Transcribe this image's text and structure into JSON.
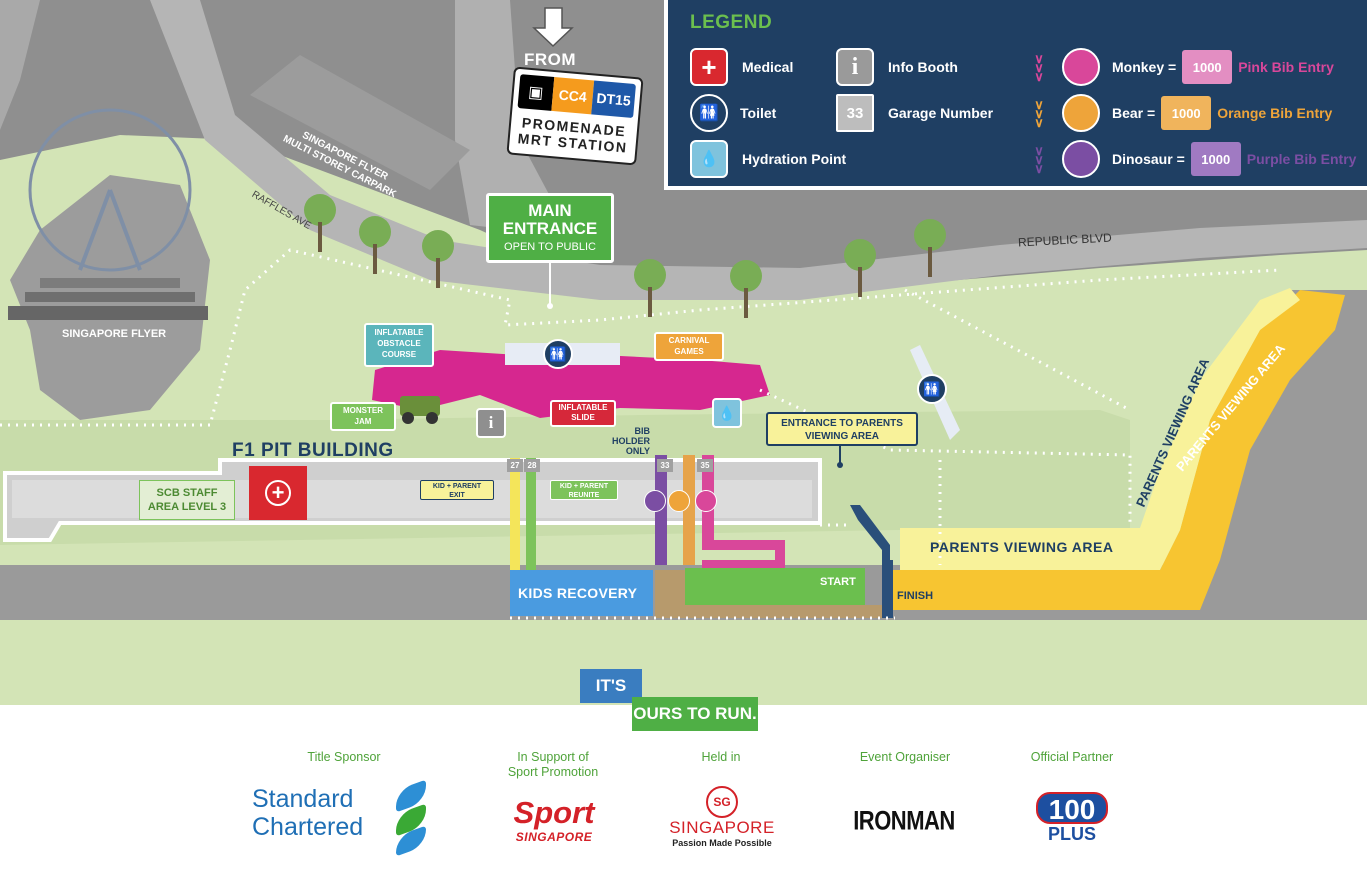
{
  "legend": {
    "title": "LEGEND",
    "medical": "Medical",
    "toilet": "Toilet",
    "hydration": "Hydration Point",
    "info": "Info Booth",
    "garage_sample": "33",
    "garage": "Garage Number",
    "monkey": "Monkey =",
    "monkey_bib_no": "1000",
    "monkey_entry": "Pink Bib Entry",
    "bear": "Bear =",
    "bear_bib_no": "1000",
    "bear_entry": "Orange Bib Entry",
    "dinosaur": "Dinosaur =",
    "dino_bib_no": "1000",
    "dino_entry": "Purple Bib Entry",
    "colors": {
      "pink": "#d9479a",
      "orange": "#eea43a",
      "purple": "#7b4ea3",
      "navy": "#1f3f63",
      "green": "#6bbf4e"
    }
  },
  "mrt": {
    "from": "FROM",
    "line1": "CC4",
    "line2": "DT15",
    "name_line1": "PROMENADE",
    "name_line2": "MRT STATION"
  },
  "map": {
    "main_entrance_l1": "MAIN",
    "main_entrance_l2": "ENTRANCE",
    "main_entrance_sub": "OPEN TO PUBLIC",
    "carpark_l1": "SINGAPORE FLYER",
    "carpark_l2": "MULTI STOREY CARPARK",
    "raffles_ave": "RAFFLES AVE",
    "republic_blvd": "REPUBLIC BLVD",
    "singapore_flyer": "SINGAPORE FLYER",
    "obstacle_l1": "INFLATABLE",
    "obstacle_l2": "OBSTACLE",
    "obstacle_l3": "COURSE",
    "monster_l1": "MONSTER",
    "monster_l2": "JAM",
    "slide_l1": "INFLATABLE",
    "slide_l2": "SLIDE",
    "carnival_l1": "CARNIVAL",
    "carnival_l2": "GAMES",
    "bib_l1": "BIB",
    "bib_l2": "HOLDER",
    "bib_l3": "ONLY",
    "parents_entrance_l1": "ENTRANCE TO PARENTS",
    "parents_entrance_l2": "VIEWING AREA",
    "f1": "F1 PIT BUILDING",
    "scb_l1": "SCB STAFF",
    "scb_l2": "AREA LEVEL 3",
    "kid_exit_l1": "KID + PARENT",
    "kid_exit_l2": "EXIT",
    "kid_reunite_l1": "KID + PARENT",
    "kid_reunite_l2": "REUNITE",
    "garage_27": "27",
    "garage_28": "28",
    "garage_33": "33",
    "garage_35": "35",
    "kids_recovery": "KIDS RECOVERY",
    "start": "START",
    "finish": "FINISH",
    "parents_area_h": "PARENTS VIEWING AREA",
    "parents_area_d1": "PARENTS VIEWING AREA",
    "parents_area_d2": "PARENTS VIEWING AREA"
  },
  "tagline": {
    "l1": "IT'S",
    "l2": "OURS TO RUN."
  },
  "sponsors": {
    "title_caption": "Title Sponsor",
    "support_caption_l1": "In Support of",
    "support_caption_l2": "Sport Promotion",
    "held_caption": "Held in",
    "organiser_caption": "Event Organiser",
    "partner_caption": "Official Partner",
    "sc_l1": "Standard",
    "sc_l2": "Chartered",
    "sport_l1": "Sport",
    "sport_l2": "SINGAPORE",
    "sg_badge": "SG",
    "sg_name": "SINGAPORE",
    "sg_tagline": "Passion Made Possible",
    "ironman": "IRONMAN",
    "plus_top": "100",
    "plus_bottom": "PLUS"
  }
}
